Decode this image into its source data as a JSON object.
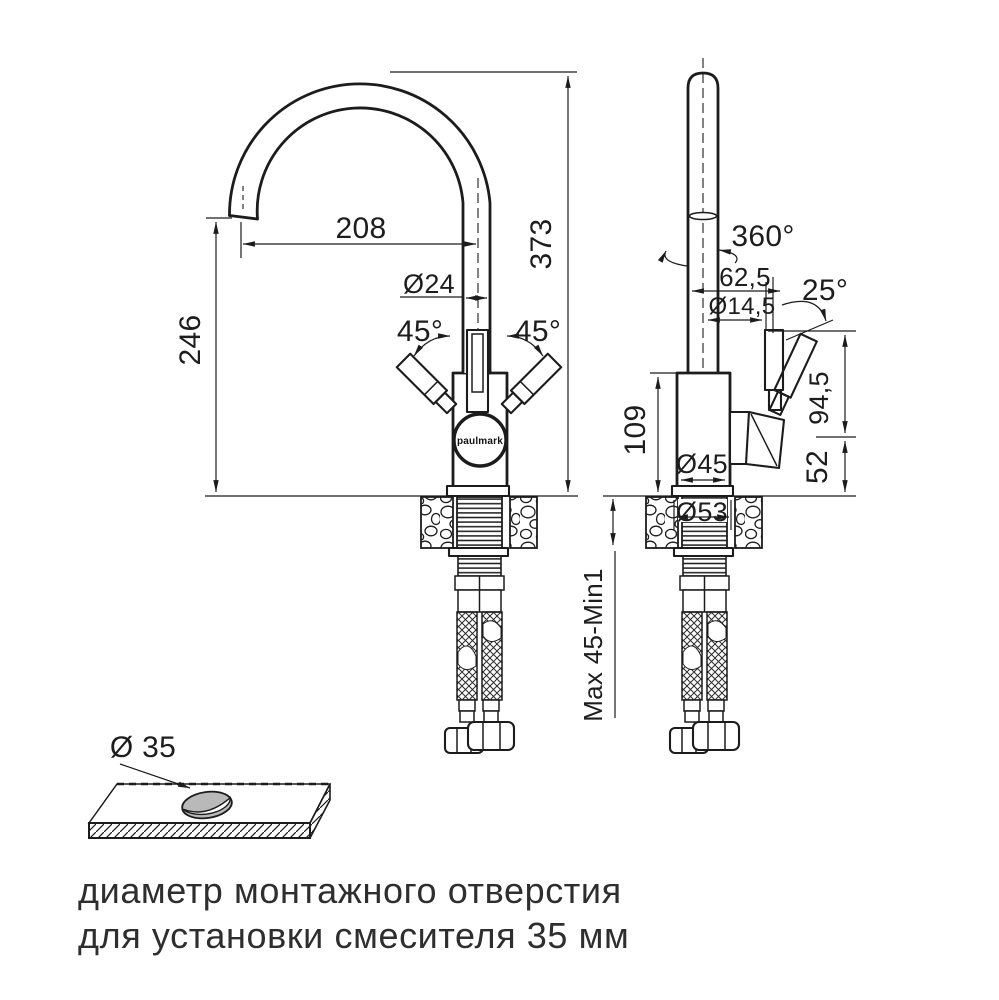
{
  "drawing": {
    "brand_logo": "paulmark",
    "front_view": {
      "spout_reach": "208",
      "total_height": "373",
      "spout_height": "246",
      "spout_tube_diameter": "Ø24",
      "handle_swing_left": "45°",
      "handle_swing_right": "45°"
    },
    "side_view": {
      "swivel_range": "360°",
      "handle_offset": "62,5",
      "handle_stem_diameter": "Ø14,5",
      "handle_tilt": "25°",
      "body_height": "109",
      "body_diameter": "Ø45",
      "base_diameter": "Ø53",
      "upper_section_height": "94,5",
      "lower_section_height": "52",
      "mounting_thickness": "Max 45-Min1"
    },
    "hole_detail": {
      "hole_diameter_label": "Ø 35"
    },
    "caption": {
      "line1": "диаметр монтажного отверстия",
      "line2": "для установки смесителя 35 мм"
    },
    "colors": {
      "line": "#1c1c1c",
      "text": "#1d1d1d",
      "hole_fill": "#b9b9b9"
    }
  }
}
